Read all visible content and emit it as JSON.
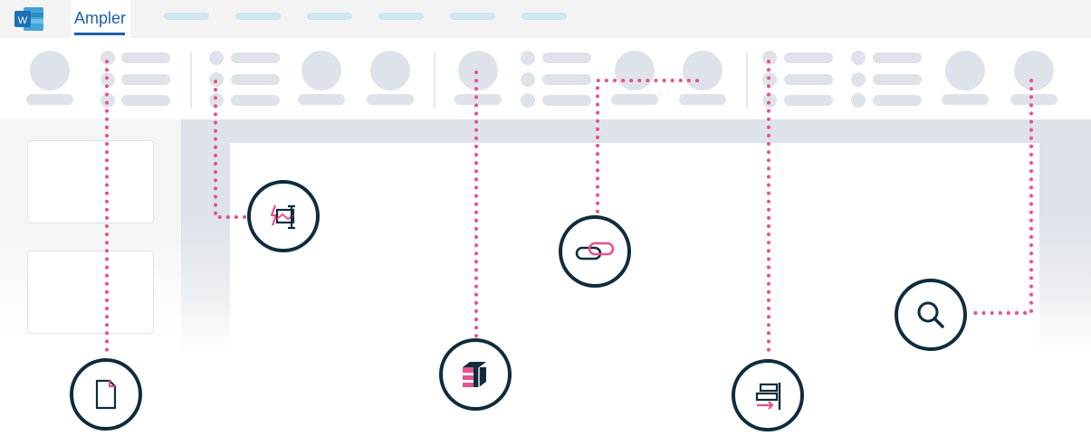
{
  "app": {
    "icon": "word-app-icon",
    "icon_letter": "W",
    "active_tab": "Ampler",
    "placeholder_tab_count": 6
  },
  "colors": {
    "accent": "#1f5fa8",
    "pink": "#e8518e",
    "navy": "#0f2c3d",
    "placeholder": "#dde3e8"
  },
  "callouts": [
    {
      "name": "document-icon"
    },
    {
      "name": "picture-format-icon"
    },
    {
      "name": "book-icon"
    },
    {
      "name": "link-icon"
    },
    {
      "name": "align-right-icon"
    },
    {
      "name": "search-icon"
    }
  ]
}
